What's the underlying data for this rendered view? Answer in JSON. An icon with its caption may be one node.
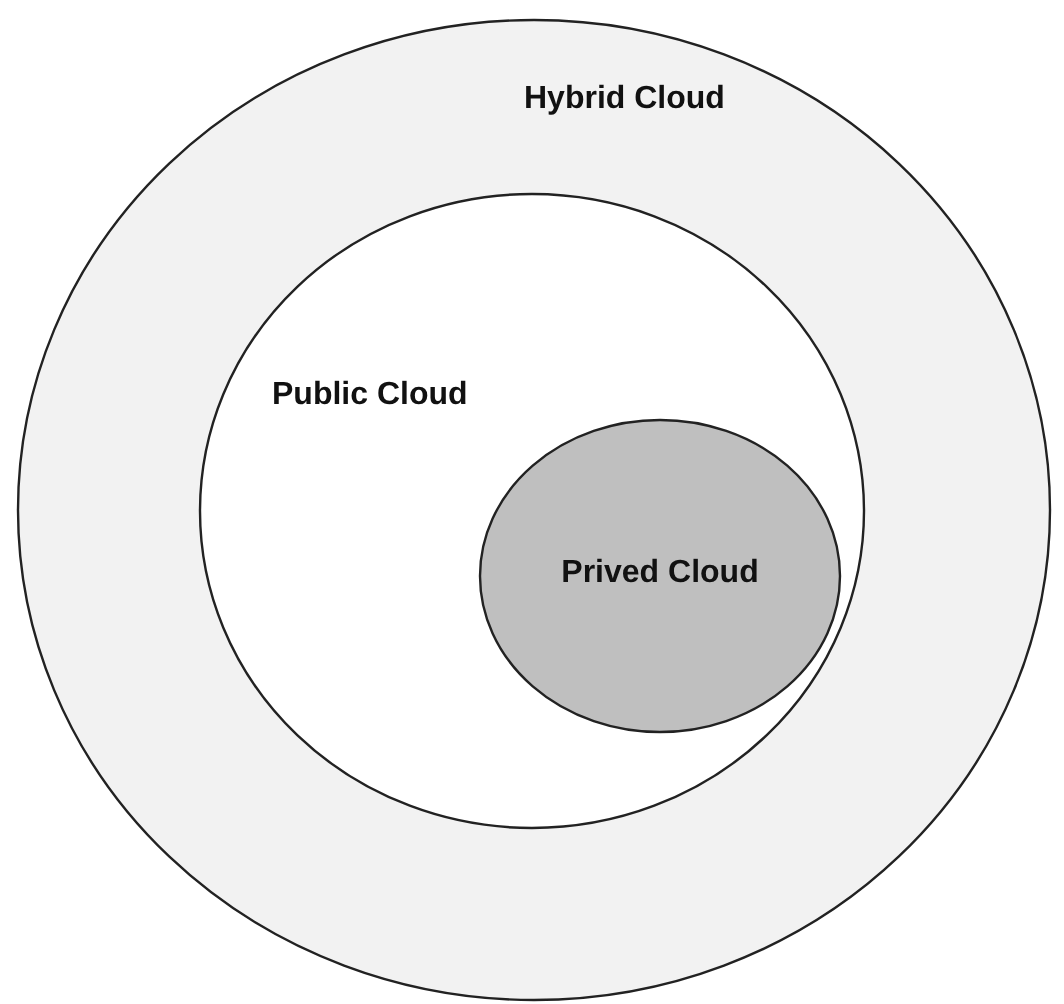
{
  "diagram": {
    "nodes": [
      {
        "text": [
          "Hybrid Cloud"
        ]
      },
      {
        "text": [
          "Public Cloud"
        ],
        "in": 0
      },
      {
        "text": [
          "Prived Cloud"
        ],
        "in": 1
      }
    ]
  }
}
